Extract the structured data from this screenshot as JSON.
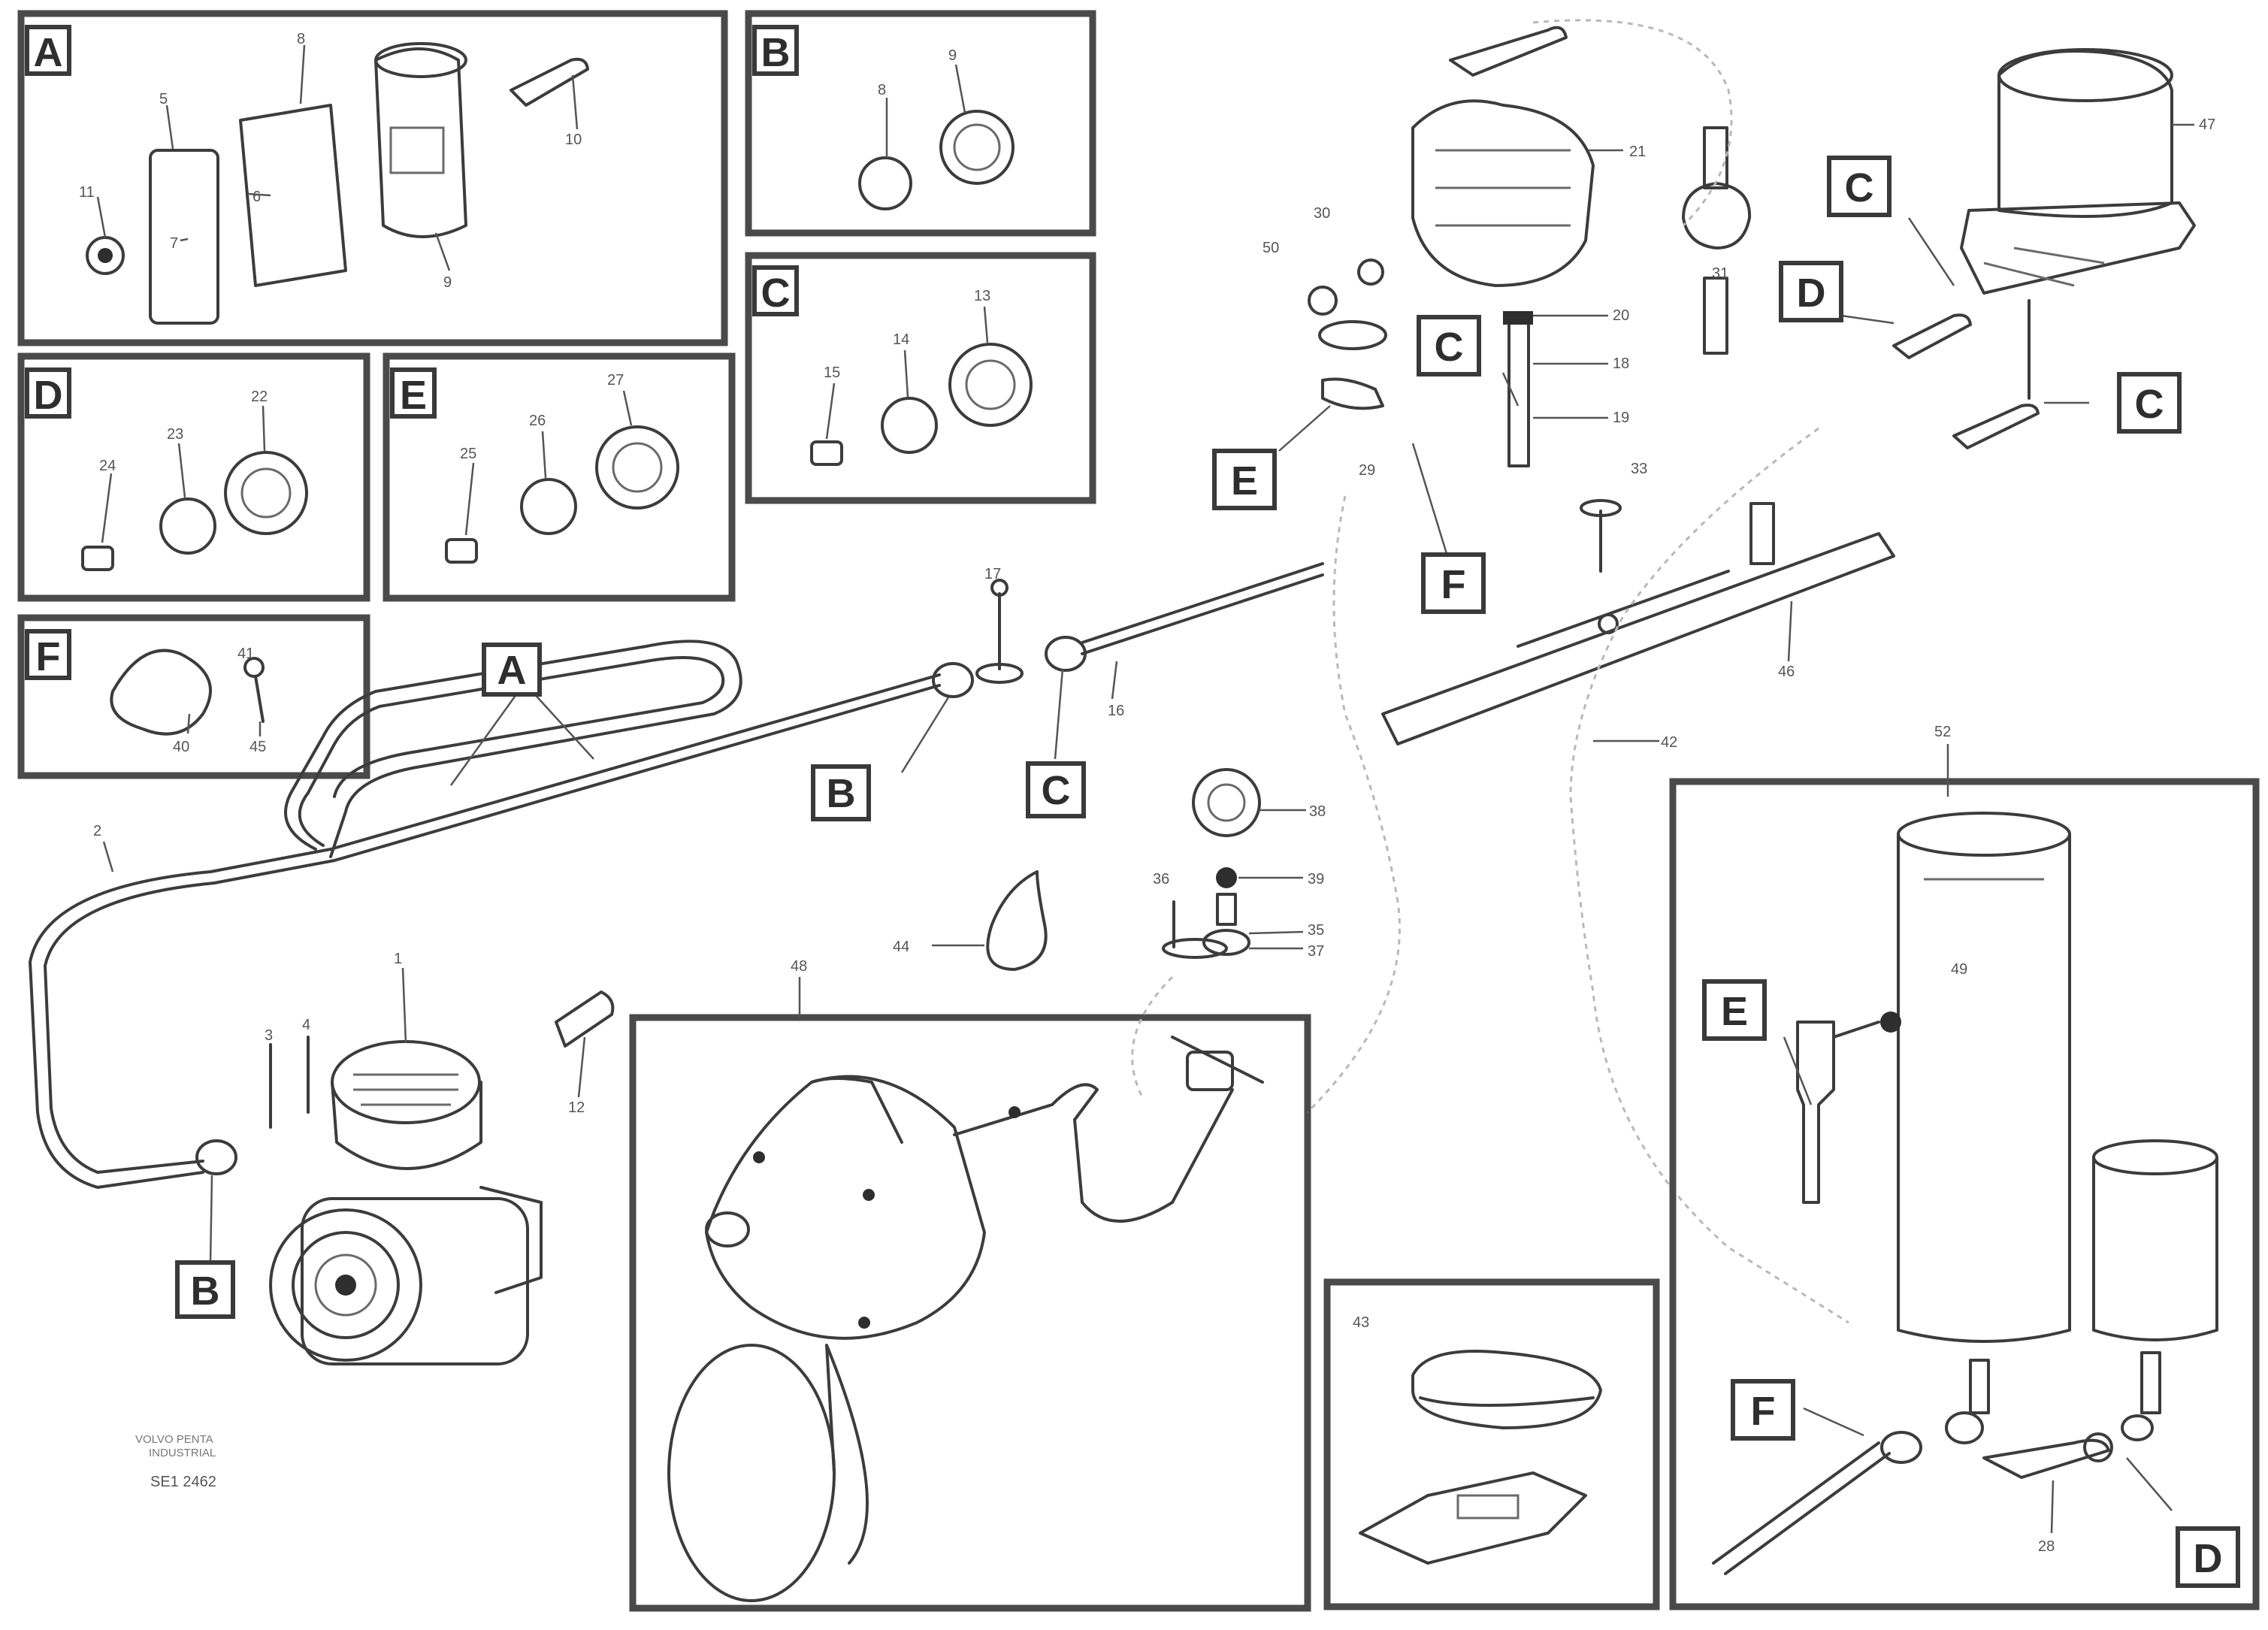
{
  "diagram": {
    "detail_panels": [
      {
        "id": "A",
        "letter": "A",
        "parts": [
          "11",
          "5",
          "6",
          "7",
          "8",
          "9",
          "10"
        ]
      },
      {
        "id": "B",
        "letter": "B",
        "parts": [
          "8",
          "9"
        ]
      },
      {
        "id": "C",
        "letter": "C",
        "parts": [
          "15",
          "14",
          "13"
        ]
      },
      {
        "id": "D",
        "letter": "D",
        "parts": [
          "24",
          "23",
          "22"
        ]
      },
      {
        "id": "E",
        "letter": "E",
        "parts": [
          "25",
          "26",
          "27"
        ]
      },
      {
        "id": "F",
        "letter": "F",
        "parts": [
          "40",
          "41",
          "45"
        ]
      }
    ],
    "callouts": {
      "upper_A": "A",
      "upper_B": "B",
      "upper_C": "C",
      "compressor_B": "B",
      "valve_C1": "C",
      "valve_C2": "C",
      "valve_C3": "C",
      "valve_D": "D",
      "valve_E": "E",
      "valve_F": "F",
      "tank_E": "E",
      "tank_F": "F",
      "tank_D": "D"
    },
    "parts": {
      "p1": "1",
      "p2": "2",
      "p3": "3",
      "p4": "4",
      "p12": "12",
      "p16": "16",
      "p17": "17",
      "p18": "18",
      "p19": "19",
      "p20": "20",
      "p21": "21",
      "p28": "28",
      "p29": "29",
      "p30": "30",
      "p31": "31",
      "p33": "33",
      "p35": "35",
      "p36": "36",
      "p37": "37",
      "p38": "38",
      "p39": "39",
      "p42": "42",
      "p43": "43",
      "p44": "44",
      "p46": "46",
      "p47": "47",
      "p48": "48",
      "p49": "49",
      "p50": "50",
      "p52": "52"
    },
    "footer": {
      "line1": "VOLVO PENTA",
      "line2": "INDUSTRIAL",
      "code": "SE1 2462"
    }
  }
}
